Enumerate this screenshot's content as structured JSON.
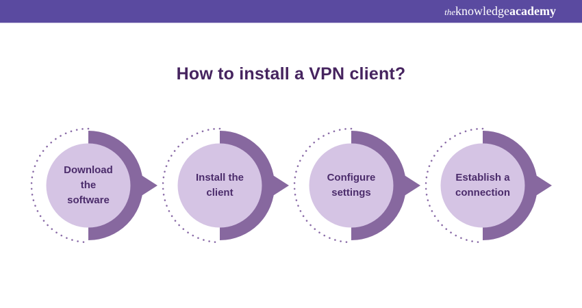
{
  "header": {
    "logo_the": "the",
    "logo_knowledge": "knowledge",
    "logo_academy": "academy"
  },
  "title": "How to install a VPN client?",
  "steps": [
    {
      "label": "Download\nthe\nsoftware"
    },
    {
      "label": "Install the\nclient"
    },
    {
      "label": "Configure\nsettings"
    },
    {
      "label": "Establish a\nconnection"
    }
  ],
  "colors": {
    "header_bg": "#5a4aa0",
    "title_text": "#46245f",
    "step_text": "#4b2c6b",
    "arrow_crescent": "#87689f",
    "inner_circle": "#d5c4e4",
    "dotted_ring": "#8b6da8",
    "logo_text": "#ffffff",
    "background": "#ffffff"
  }
}
